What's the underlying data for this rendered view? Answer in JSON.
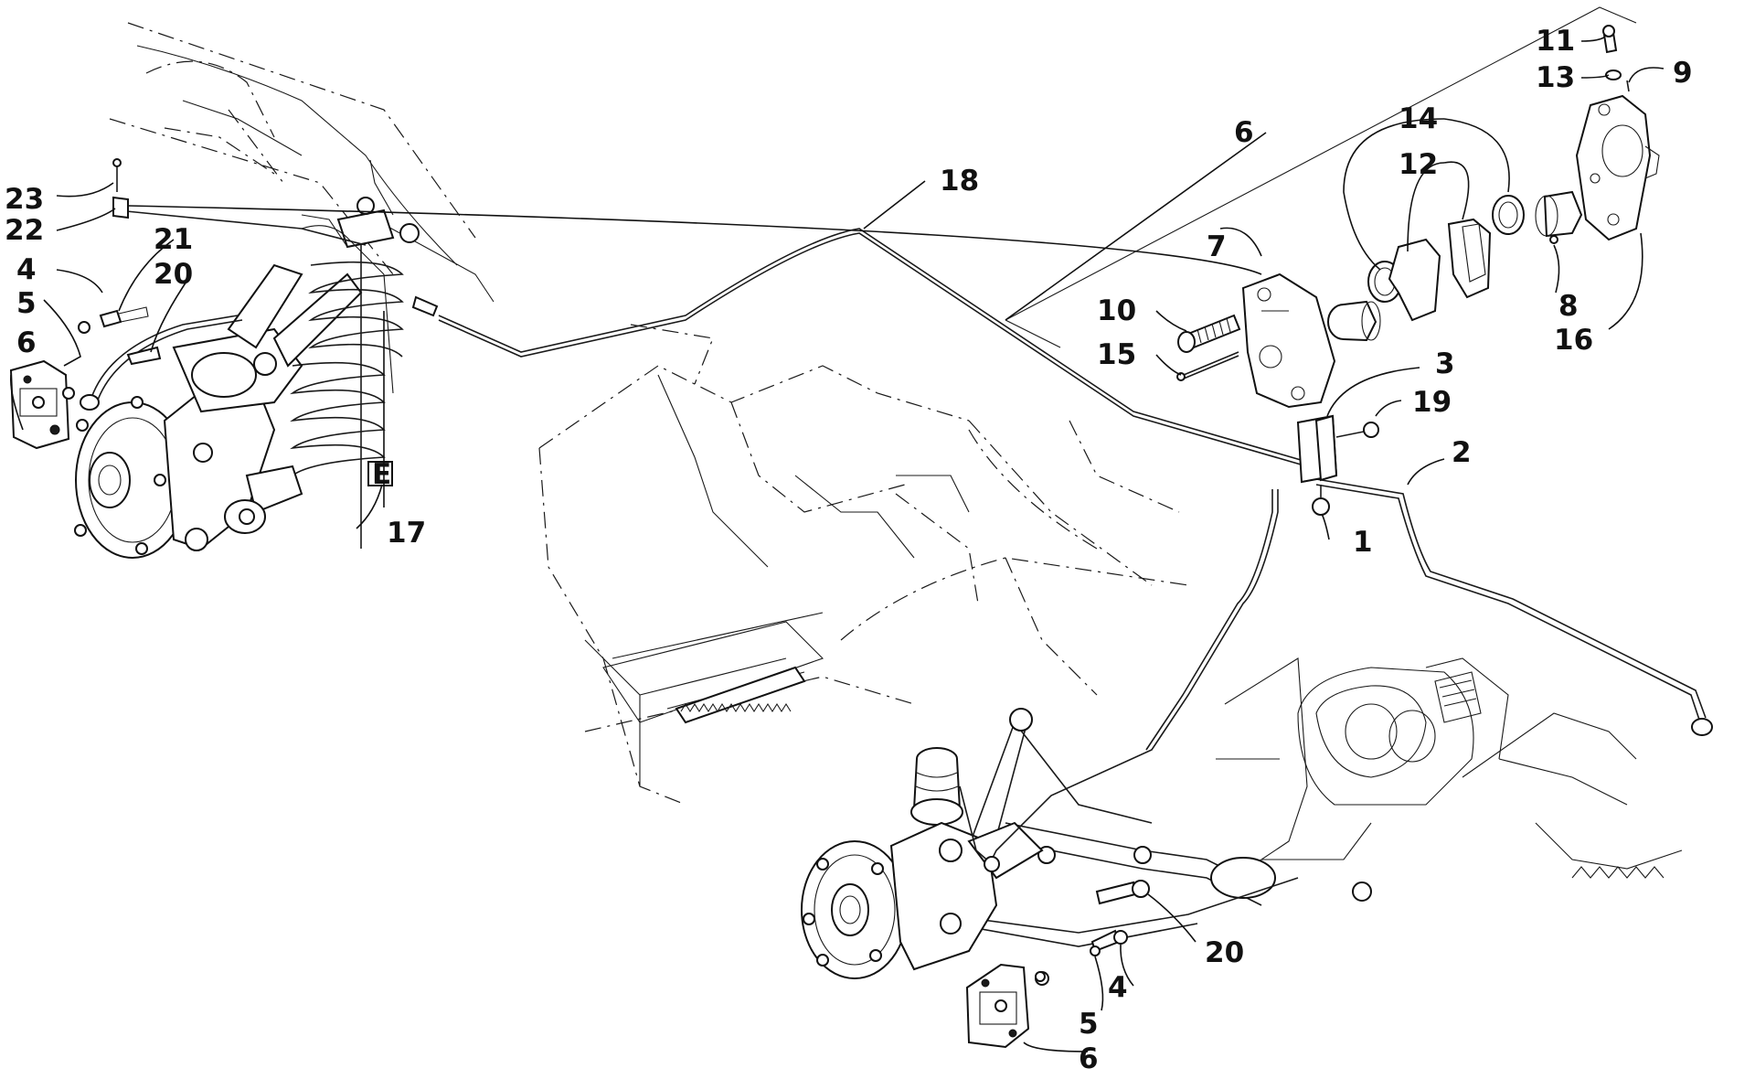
{
  "callouts": {
    "c1": "1",
    "c2": "2",
    "c3": "3",
    "c4a": "4",
    "c4b": "4",
    "c5a": "5",
    "c5b": "5",
    "c6a": "6",
    "c6b": "6",
    "c6c": "6",
    "c7": "7",
    "c8": "8",
    "c9": "9",
    "c10": "10",
    "c11": "11",
    "c12": "12",
    "c13": "13",
    "c14": "14",
    "c15": "15",
    "c16": "16",
    "c17": "17",
    "c18": "18",
    "c19": "19",
    "c20a": "20",
    "c20b": "20",
    "c21": "21",
    "c22": "22",
    "c23": "23"
  },
  "label_glyph": "E"
}
